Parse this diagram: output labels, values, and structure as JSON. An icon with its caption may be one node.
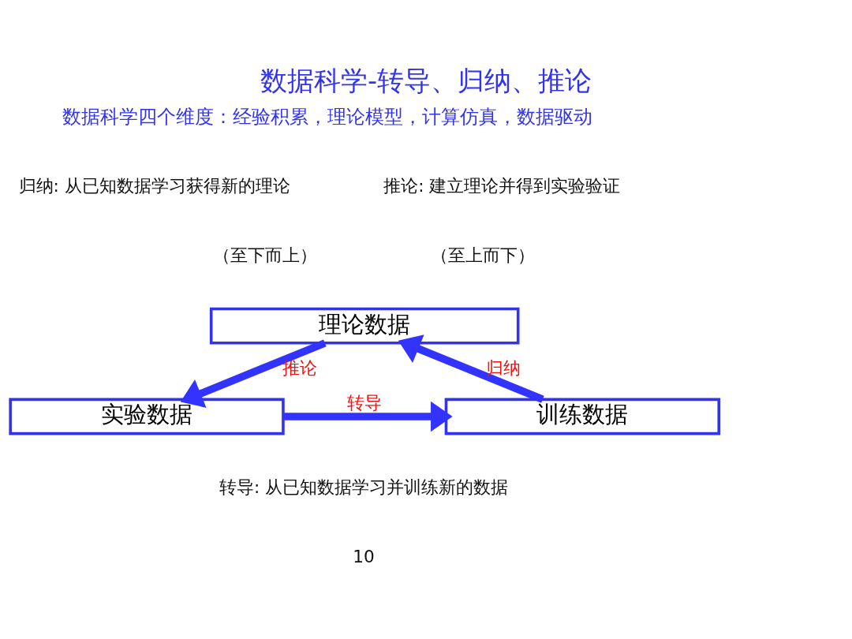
{
  "diagram": {
    "title": "数据科学-转导、归纳、推论",
    "nodes": [
      {
        "text": [
          "理论数据"
        ]
      },
      {
        "text": [
          "实验数据"
        ]
      },
      {
        "text": [
          "训练数据"
        ]
      }
    ],
    "edges": [
      {
        "from": 2,
        "to": 0,
        "arrow": "to",
        "label": "归纳"
      },
      {
        "from": 0,
        "to": 1,
        "arrow": "to",
        "label": "推论"
      },
      {
        "from": 1,
        "to": 2,
        "arrow": "to",
        "label": "转导"
      }
    ],
    "labels": [
      "数据科学四个维度：经验积累，理论模型，计算仿真，数据驱动",
      "归纳: 从已知数据学习获得新的理论",
      "（至下而上）",
      "推论: 建立理论并得到实验验证",
      "（至上而下）",
      "转导: 从已知数据学习并训练新的数据",
      "10"
    ]
  }
}
